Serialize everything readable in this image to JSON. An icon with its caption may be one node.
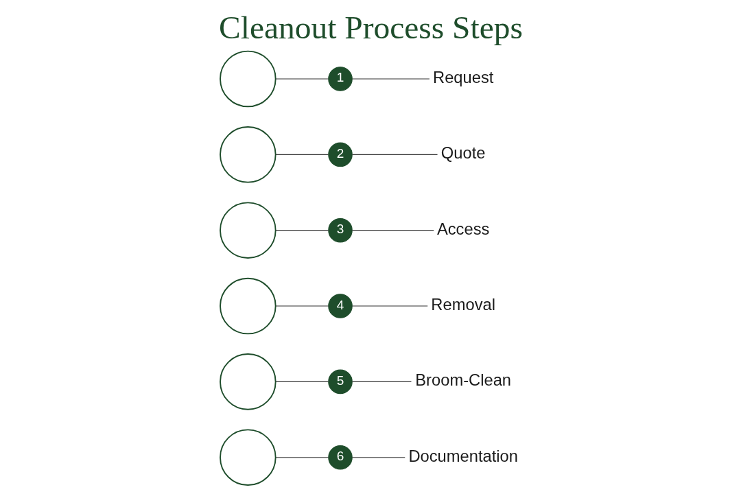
{
  "diagram": {
    "title": "Cleanout Process Steps",
    "nodes": [
      {
        "text": [],
        "shape": "circle"
      },
      {
        "text": [
          "1"
        ]
      },
      {
        "text": [
          "Request"
        ]
      },
      {
        "text": [],
        "shape": "circle"
      },
      {
        "text": [
          "2"
        ]
      },
      {
        "text": [
          "Quote"
        ]
      },
      {
        "text": [],
        "shape": "circle"
      },
      {
        "text": [
          "3"
        ]
      },
      {
        "text": [
          "Access"
        ]
      },
      {
        "text": [],
        "shape": "circle"
      },
      {
        "text": [
          "4"
        ]
      },
      {
        "text": [
          "Removal"
        ]
      },
      {
        "text": [],
        "shape": "circle"
      },
      {
        "text": [
          "5"
        ]
      },
      {
        "text": [
          "Broom-Clean"
        ]
      },
      {
        "text": [],
        "shape": "circle"
      },
      {
        "text": [
          "6"
        ]
      },
      {
        "text": [
          "Documentation"
        ]
      }
    ],
    "edges": [
      {
        "from": 0,
        "to": 1,
        "arrow": "none"
      },
      {
        "from": 1,
        "to": 2,
        "arrow": "none"
      },
      {
        "from": 3,
        "to": 4,
        "arrow": "none"
      },
      {
        "from": 4,
        "to": 5,
        "arrow": "none"
      },
      {
        "from": 6,
        "to": 7,
        "arrow": "none"
      },
      {
        "from": 7,
        "to": 8,
        "arrow": "none"
      },
      {
        "from": 9,
        "to": 10,
        "arrow": "none"
      },
      {
        "from": 10,
        "to": 11,
        "arrow": "none"
      },
      {
        "from": 12,
        "to": 13,
        "arrow": "none"
      },
      {
        "from": 13,
        "to": 14,
        "arrow": "none"
      },
      {
        "from": 15,
        "to": 16,
        "arrow": "none"
      },
      {
        "from": 16,
        "to": 17,
        "arrow": "none"
      }
    ]
  }
}
